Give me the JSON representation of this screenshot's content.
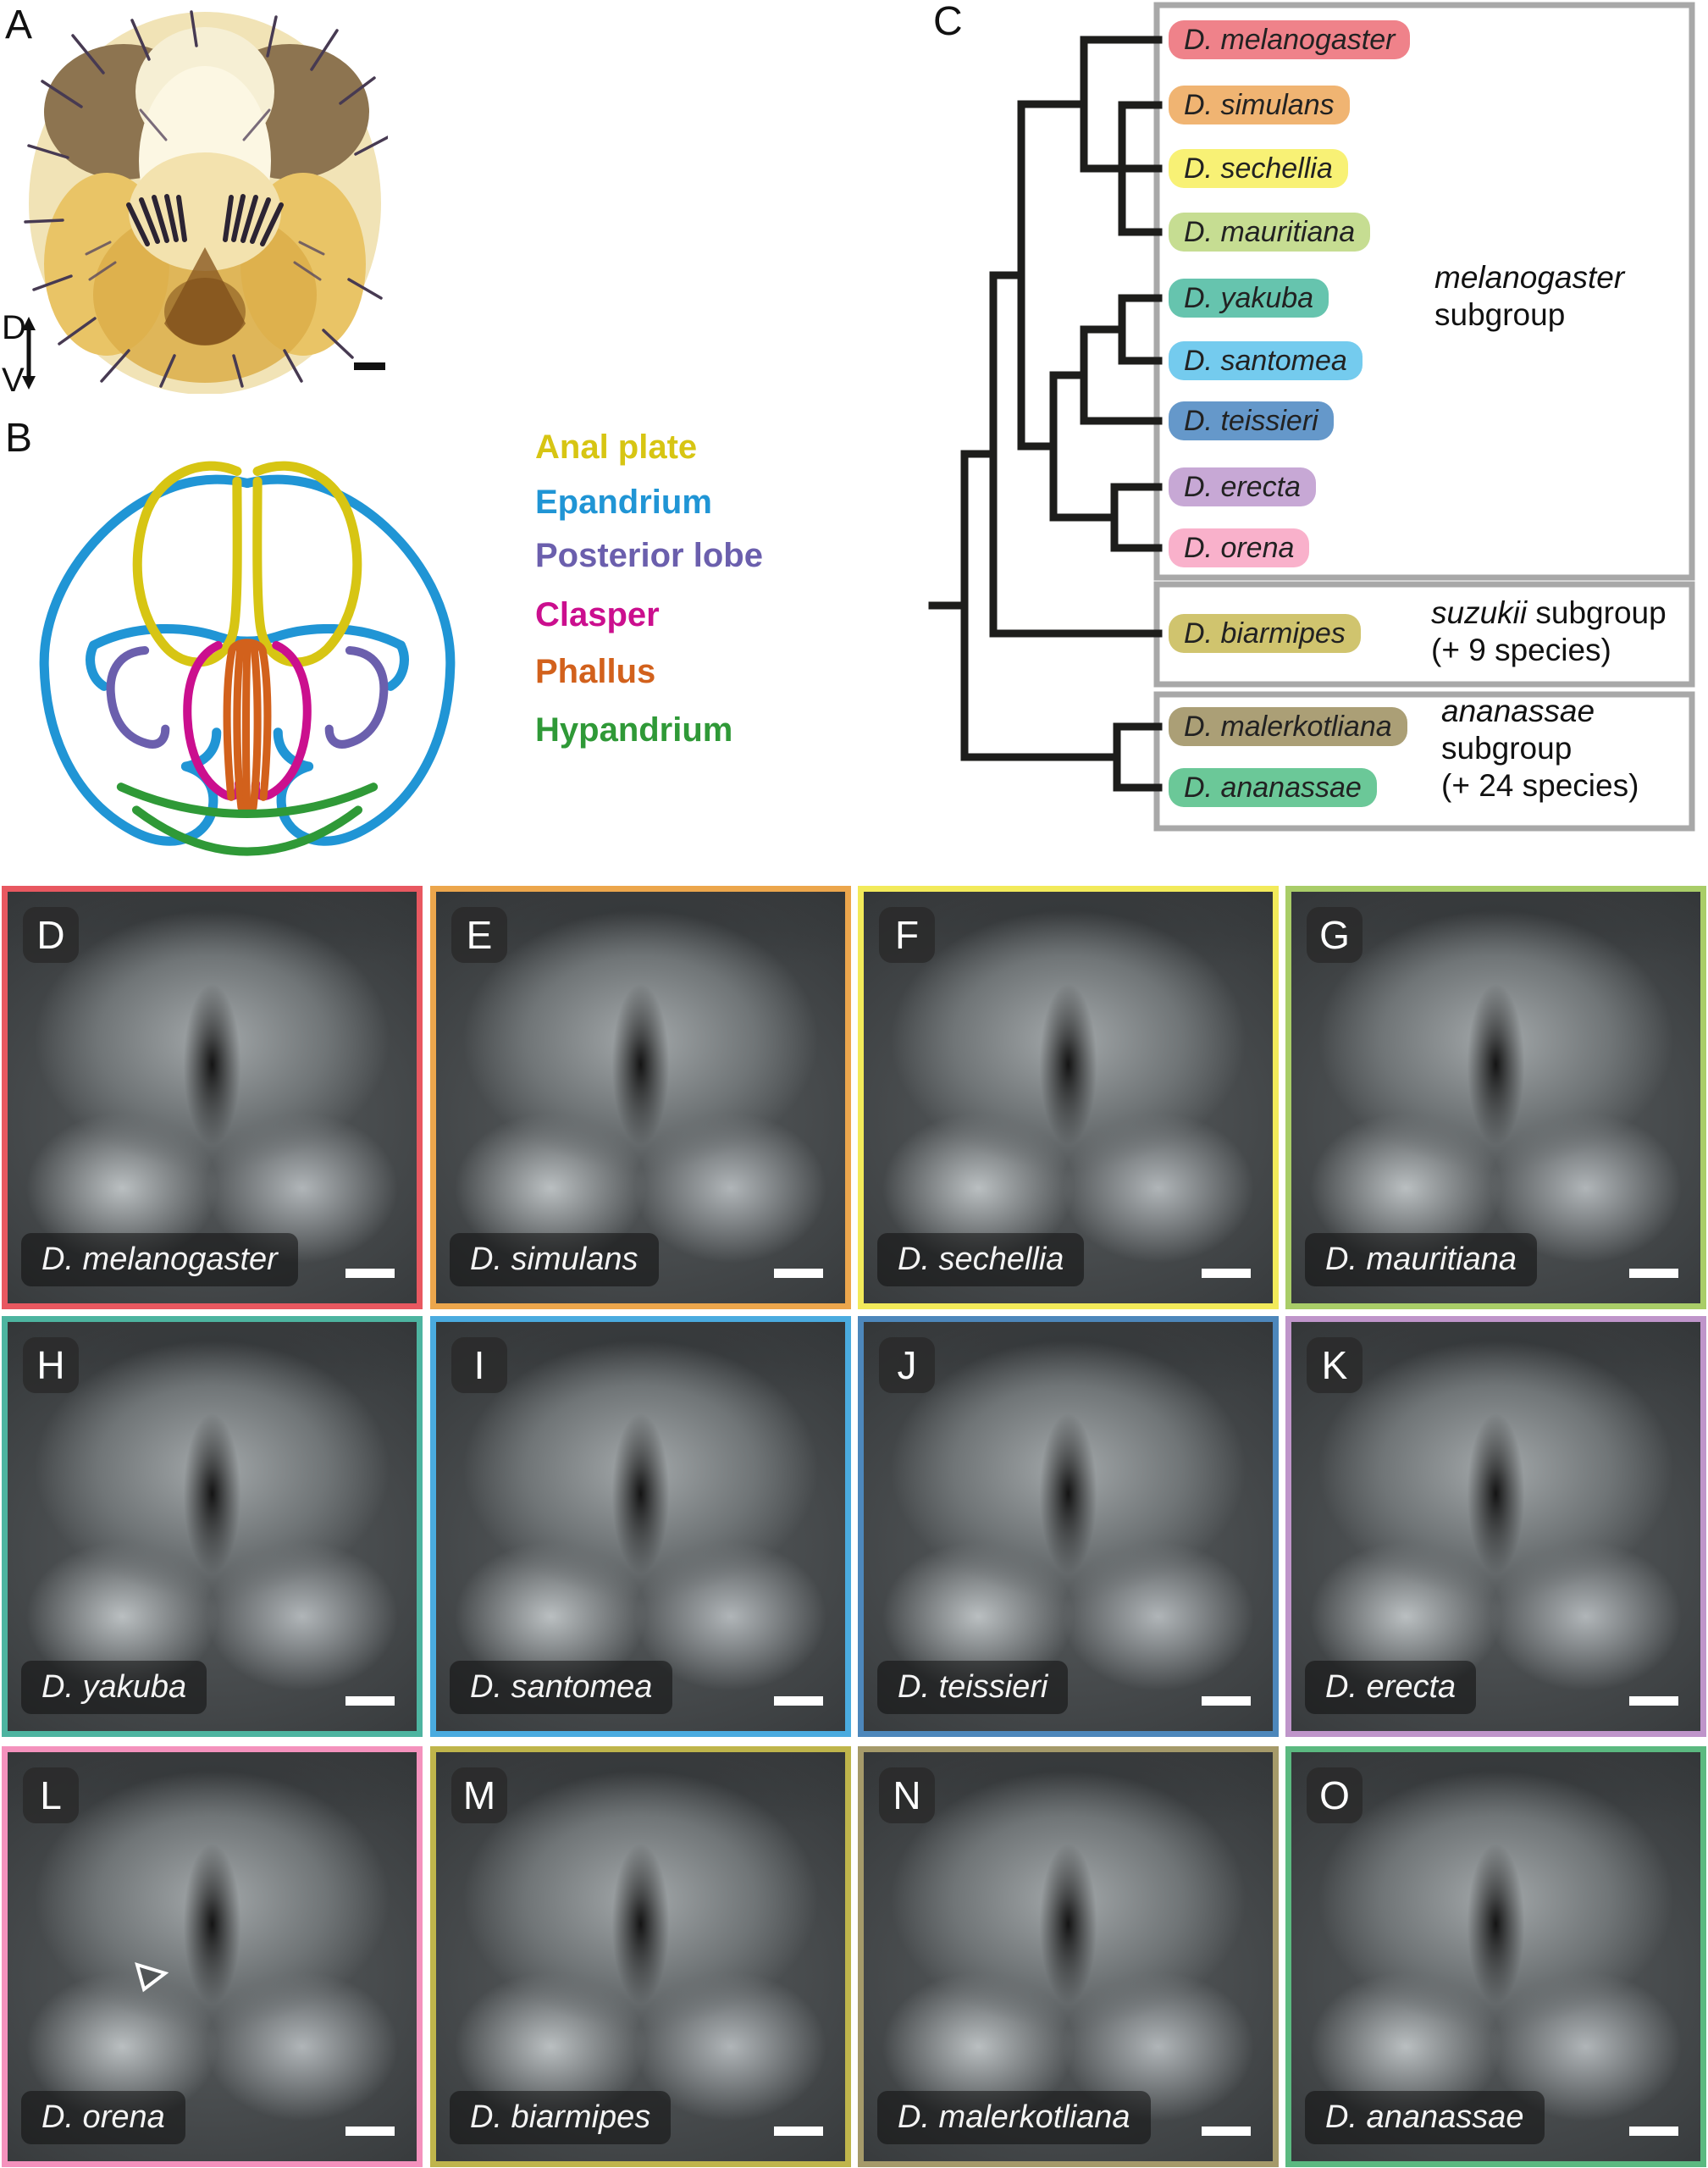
{
  "figure": {
    "panel_labels": {
      "a": "A",
      "b": "B",
      "c": "C"
    },
    "panel_a": {
      "axis_dorsal": "D",
      "axis_ventral": "V"
    },
    "legend": {
      "items": [
        {
          "label": "Anal plate",
          "color": "#d7c513"
        },
        {
          "label": "Epandrium",
          "color": "#2095d5"
        },
        {
          "label": "Posterior lobe",
          "color": "#6b5fad"
        },
        {
          "label": "Clasper",
          "color": "#cb0f8e"
        },
        {
          "label": "Phallus",
          "color": "#d2611c"
        },
        {
          "label": "Hypandrium",
          "color": "#2f9937"
        }
      ]
    },
    "tree": {
      "tips": [
        {
          "label": "D. melanogaster",
          "color": "#ef828a"
        },
        {
          "label": "D. simulans",
          "color": "#f0b472"
        },
        {
          "label": "D. sechellia",
          "color": "#f8f175"
        },
        {
          "label": "D. mauritiana",
          "color": "#c6dd92"
        },
        {
          "label": "D. yakuba",
          "color": "#66c4ae"
        },
        {
          "label": "D. santomea",
          "color": "#74cbee"
        },
        {
          "label": "D. teissieri",
          "color": "#6598ca"
        },
        {
          "label": "D. erecta",
          "color": "#c7a8d5"
        },
        {
          "label": "D. orena",
          "color": "#f9b1cb"
        },
        {
          "label": "D. biarmipes",
          "color": "#d0c46e"
        },
        {
          "label": "D. malerkotliana",
          "color": "#ab9f76"
        },
        {
          "label": "D. ananassae",
          "color": "#6bc898"
        }
      ],
      "subgroups": [
        {
          "name": "melanogaster",
          "rest": "subgroup",
          "extra": ""
        },
        {
          "name": "suzukii",
          "rest": "subgroup",
          "extra": "(+ 9 species)"
        },
        {
          "name": "ananassae",
          "rest": "subgroup",
          "extra": "(+ 24 species)"
        }
      ]
    },
    "sem_panels": [
      {
        "letter": "D",
        "species": "D. melanogaster",
        "border_color": "#e85860",
        "arrowhead": false
      },
      {
        "letter": "E",
        "species": "D. simulans",
        "border_color": "#eca64c",
        "arrowhead": false
      },
      {
        "letter": "F",
        "species": "D. sechellia",
        "border_color": "#f2ea5a",
        "arrowhead": false
      },
      {
        "letter": "G",
        "species": "D. mauritiana",
        "border_color": "#a9cd68",
        "arrowhead": false
      },
      {
        "letter": "H",
        "species": "D. yakuba",
        "border_color": "#4db4a0",
        "arrowhead": false
      },
      {
        "letter": "I",
        "species": "D. santomea",
        "border_color": "#4aabdf",
        "arrowhead": false
      },
      {
        "letter": "J",
        "species": "D. teissieri",
        "border_color": "#4d87bb",
        "arrowhead": false
      },
      {
        "letter": "K",
        "species": "D. erecta",
        "border_color": "#bf95ca",
        "arrowhead": false
      },
      {
        "letter": "L",
        "species": "D. orena",
        "border_color": "#f492bd",
        "arrowhead": true
      },
      {
        "letter": "M",
        "species": "D. biarmipes",
        "border_color": "#bfb54b",
        "arrowhead": false
      },
      {
        "letter": "N",
        "species": "D. malerkotliana",
        "border_color": "#a59a6a",
        "arrowhead": false
      },
      {
        "letter": "O",
        "species": "D. ananassae",
        "border_color": "#5bb980",
        "arrowhead": false
      }
    ]
  }
}
